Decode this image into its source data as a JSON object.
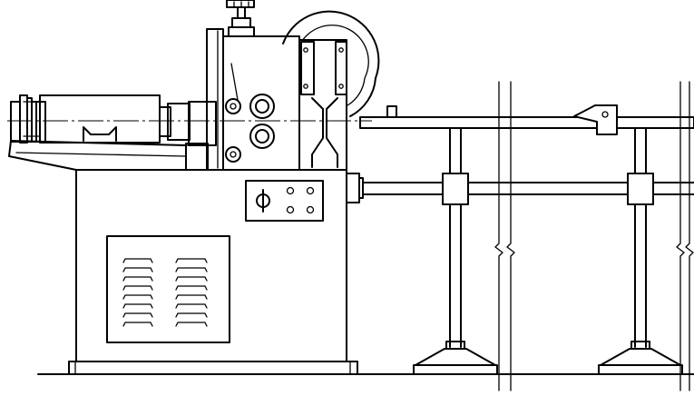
{
  "drawing": {
    "type": "technical-line-drawing",
    "text_labels": [],
    "stroke_color": "#000000",
    "background_color": "#ffffff",
    "components": [
      "ground-line",
      "machine-base-plate",
      "machine-cabinet",
      "louvered-vent-panel",
      "tilted-support-block",
      "feed-housing",
      "feed-coupling",
      "straightening-column",
      "handwheel",
      "straightening-rollers",
      "vertical-cutter-plate",
      "wire-coil-drum",
      "control-panel",
      "output-guide-tube",
      "guide-tube-end-stop",
      "lower-support-rail",
      "support-stand",
      "section-break-lines"
    ]
  }
}
